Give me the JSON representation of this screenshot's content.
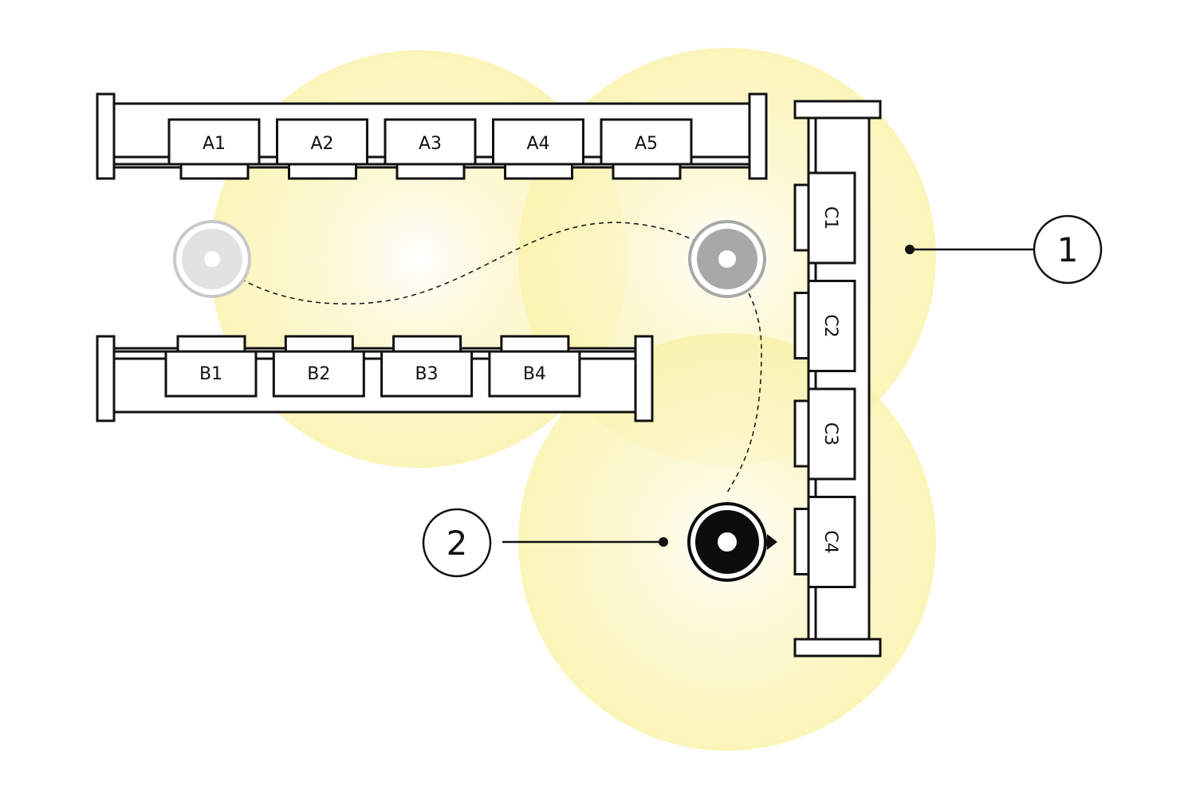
{
  "colors": {
    "glow": "#fbf3ad",
    "stroke": "#111111",
    "sensor_inactive": "#c9c9c9",
    "sensor_mid": "#a8a8a8",
    "sensor_active": "#0c0c0c"
  },
  "shelf_a": {
    "slots": [
      "A1",
      "A2",
      "A3",
      "A4",
      "A5"
    ]
  },
  "shelf_b": {
    "slots": [
      "B1",
      "B2",
      "B3",
      "B4"
    ]
  },
  "shelf_c": {
    "slots": [
      "C1",
      "C2",
      "C3",
      "C4"
    ]
  },
  "callouts": [
    {
      "id": "1"
    },
    {
      "id": "2"
    }
  ],
  "sensors": [
    {
      "state": "inactive"
    },
    {
      "state": "passed"
    },
    {
      "state": "active",
      "direction": "right"
    }
  ]
}
